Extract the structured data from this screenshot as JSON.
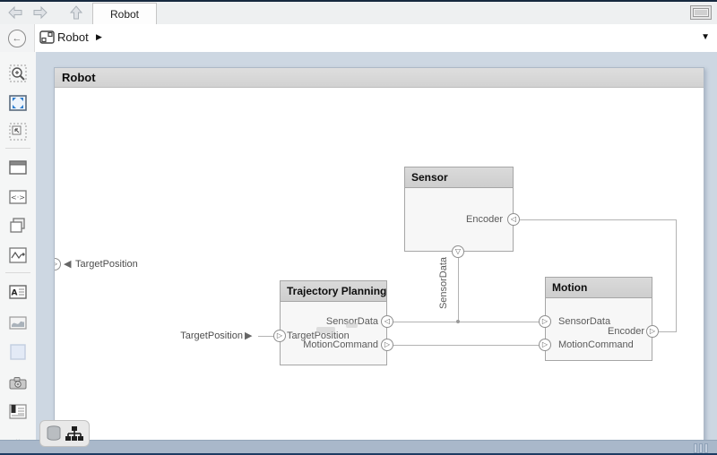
{
  "tabbar": {
    "tab": "Robot"
  },
  "breadcrumb": {
    "root": "Robot",
    "caret": "▶",
    "dropdown": "▼"
  },
  "canvas": {
    "title": "Robot"
  },
  "sidebar": {
    "expand": "»",
    "icons": [
      "back-icon",
      "zoom-region-icon",
      "fit-view-icon",
      "select-region-icon",
      "subsystem-icon",
      "code-icon",
      "copy-icon",
      "signal-icon",
      "annotation-icon",
      "image-icon",
      "area-icon",
      "camera-icon",
      "viewer-icon",
      "expand-icon"
    ]
  },
  "diagram": {
    "components": {
      "sensor": {
        "title": "Sensor",
        "ports": {
          "encoder": {
            "label": "Encoder",
            "glyph": "◁"
          },
          "sensordata": {
            "label": "SensorData",
            "glyph": "▽"
          }
        }
      },
      "trajectory": {
        "title": "Trajectory Planning",
        "ports": {
          "sensordata": {
            "label": "SensorData",
            "glyph": "◁"
          },
          "targetposition": {
            "label": "TargetPosition",
            "glyph": "▷"
          },
          "motioncommand": {
            "label": "MotionCommand",
            "glyph": "▷"
          }
        }
      },
      "motion": {
        "title": "Motion",
        "ports": {
          "sensordata": {
            "label": "SensorData",
            "glyph": "▷"
          },
          "motioncommand": {
            "label": "MotionCommand",
            "glyph": "▷"
          },
          "encoder": {
            "label": "Encoder",
            "glyph": "▷"
          }
        }
      }
    },
    "arch_input": {
      "label": "TargetPosition",
      "glyph": "▷",
      "arrow": "◀"
    },
    "source_label": {
      "label": "TargetPosition",
      "arrow": "▶"
    },
    "wire_label": "SensorData"
  },
  "colors": {
    "accent_blue": "#2e7fd0",
    "canvas_gutter": "#cdd7e2",
    "component_header": "#d4d4d4",
    "wire": "#b3b3b3",
    "statusbar": "#a9b8ca",
    "statusbar_edge": "#1d3c63"
  }
}
